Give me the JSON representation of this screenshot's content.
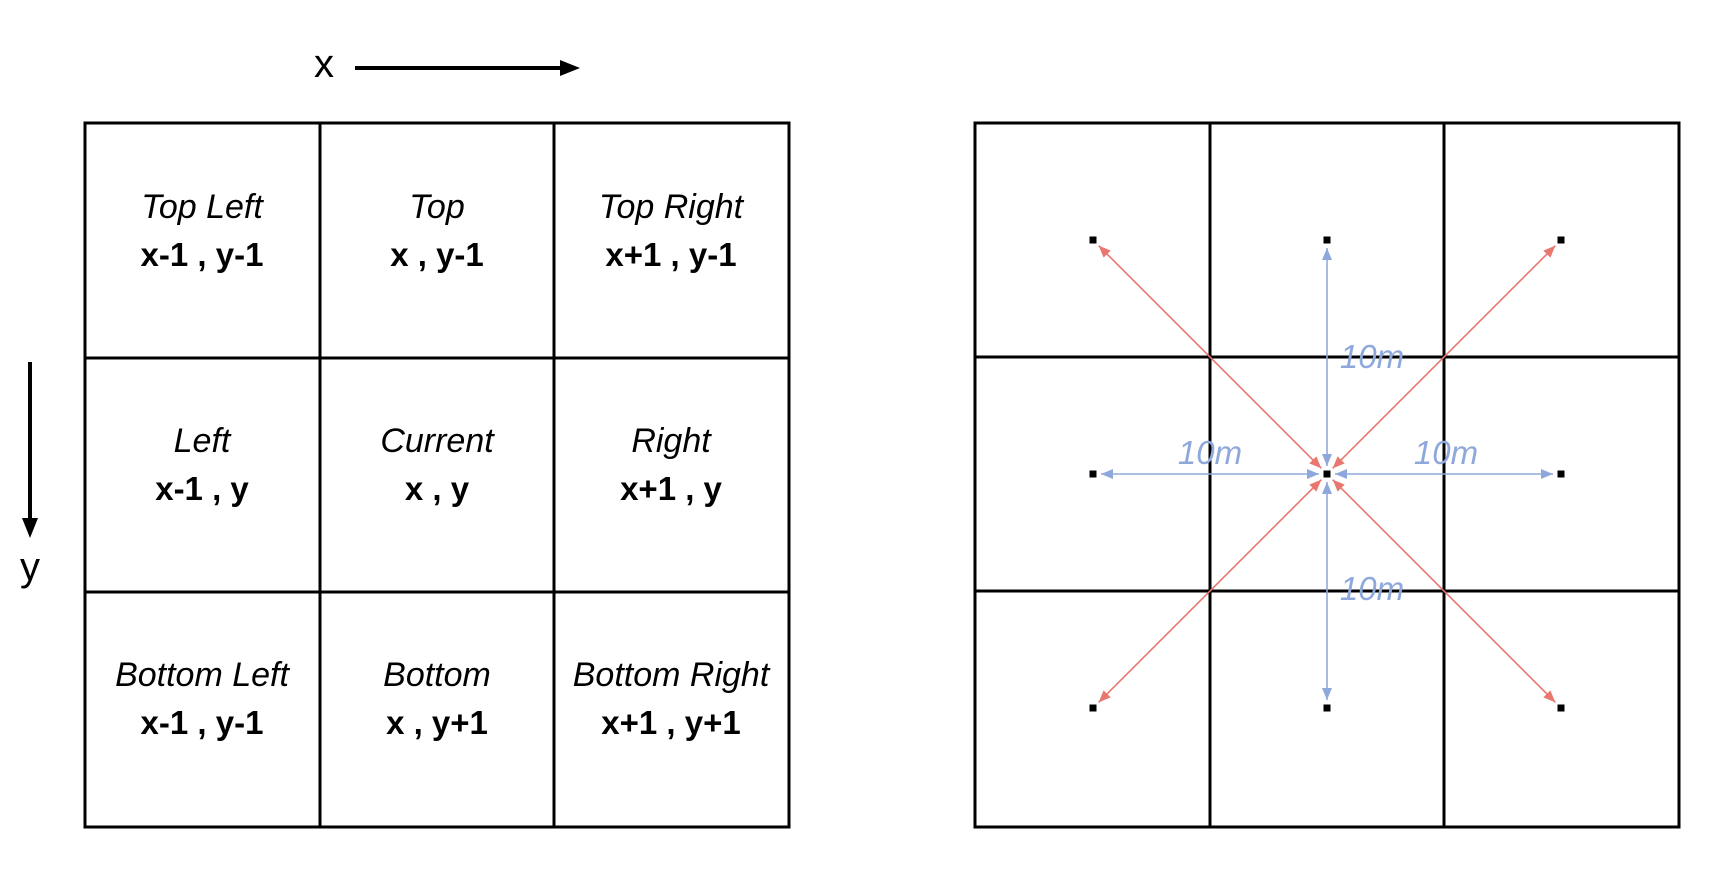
{
  "axes": {
    "x_label": "x",
    "y_label": "y"
  },
  "neighbor_grid": {
    "rows": [
      [
        {
          "name": "Top Left",
          "coord": "x-1 , y-1"
        },
        {
          "name": "Top",
          "coord": "x , y-1"
        },
        {
          "name": "Top Right",
          "coord": "x+1 , y-1"
        }
      ],
      [
        {
          "name": "Left",
          "coord": "x-1 , y"
        },
        {
          "name": "Current",
          "coord": "x , y"
        },
        {
          "name": "Right",
          "coord": "x+1 , y"
        }
      ],
      [
        {
          "name": "Bottom Left",
          "coord": "x-1 , y-1"
        },
        {
          "name": "Bottom",
          "coord": "x , y+1"
        },
        {
          "name": "Bottom Right",
          "coord": "x+1 , y+1"
        }
      ]
    ]
  },
  "distance_grid": {
    "labels": {
      "top": "10m",
      "left": "10m",
      "right": "10m",
      "bottom": "10m"
    },
    "colors": {
      "orthogonal_arrow": "#8fa8dc",
      "diagonal_arrow": "#e8776f",
      "grid": "#000000",
      "dot": "#000000"
    }
  }
}
